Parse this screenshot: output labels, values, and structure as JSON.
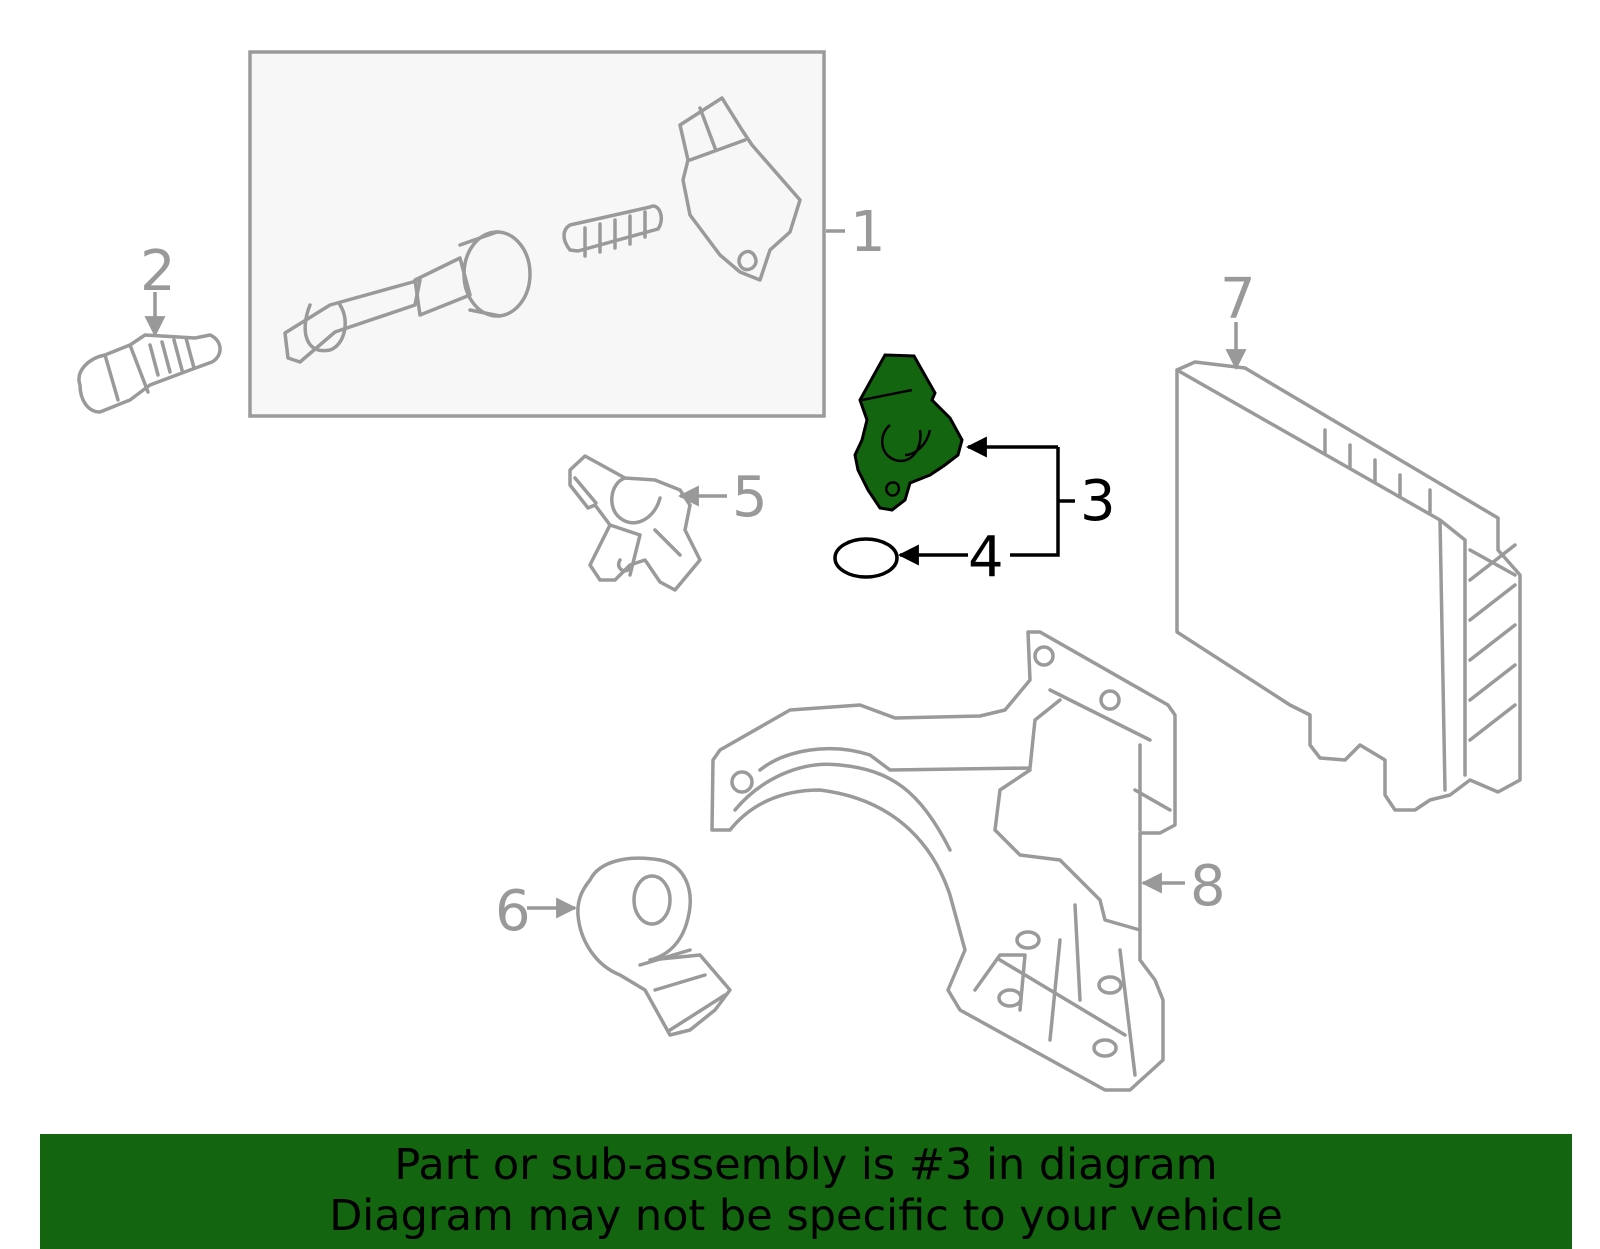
{
  "callouts": {
    "c1": "1",
    "c2": "2",
    "c3": "3",
    "c4": "4",
    "c5": "5",
    "c6": "6",
    "c7": "7",
    "c8": "8"
  },
  "highlight_color": "#13650f",
  "line_color": "#999999",
  "banner": {
    "line1": "Part or sub-assembly is #3 in diagram",
    "line2": "Diagram may not be specific to your vehicle"
  }
}
